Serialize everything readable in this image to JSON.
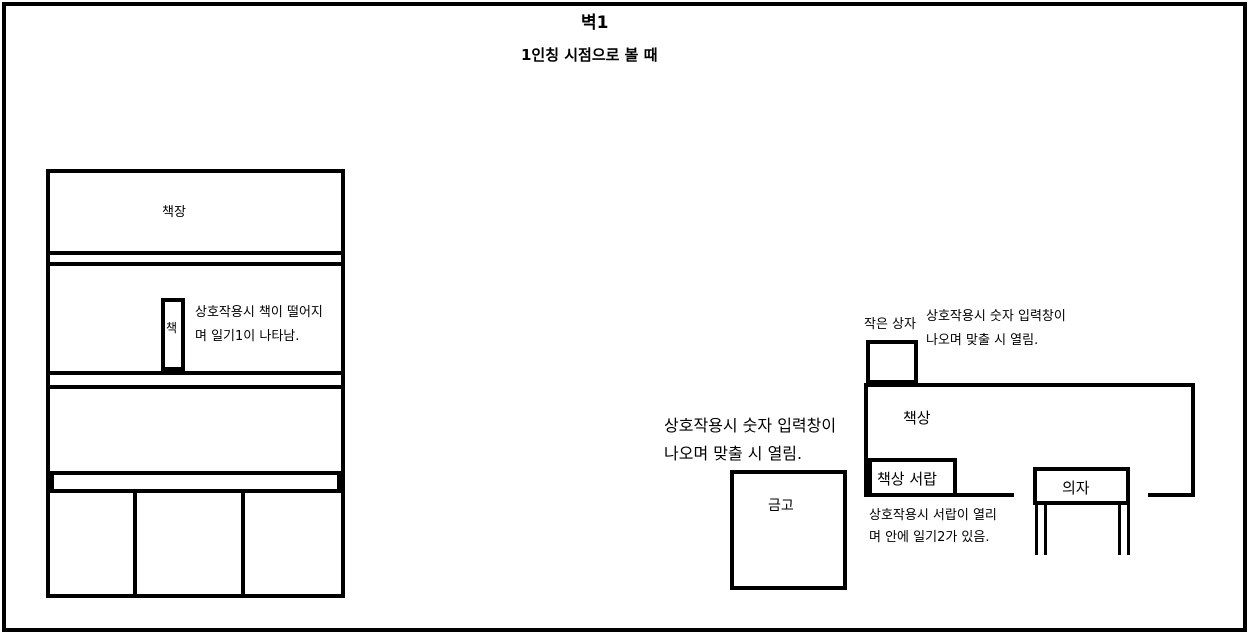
{
  "header": {
    "title": "벽1",
    "subtitle": "1인칭 시점으로 볼 때"
  },
  "bookshelf": {
    "label": "책장",
    "book_label": "책",
    "note_lines": [
      "상호작용시 책이 떨어지",
      "며 일기1이 나타남."
    ]
  },
  "safe": {
    "label": "금고",
    "note_lines": [
      "상호작용시 숫자 입력창이",
      "나오며 맞출 시 열림."
    ]
  },
  "small_box": {
    "label": "작은 상자",
    "note_lines": [
      "상호작용시 숫자 입력창이",
      "나오며 맞출 시 열림."
    ]
  },
  "desk": {
    "label": "책상",
    "drawer_label": "책상 서랍",
    "drawer_note_lines": [
      "상호작용시 서랍이 열리",
      "며 안에 일기2가 있음."
    ]
  },
  "chair": {
    "label": "의자"
  }
}
